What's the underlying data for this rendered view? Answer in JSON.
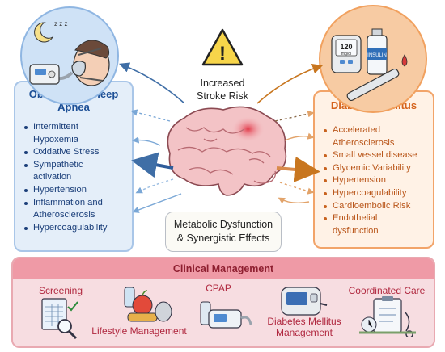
{
  "osa": {
    "title_line1": "Obstructive Sleep",
    "title_line2": "Apnea",
    "items": [
      "Intermittent",
      "Hypoxemia",
      "Oxidative Stress",
      "Sympathetic",
      "activation",
      "Hypertension",
      "Inflammation and",
      "Atherosclerosis",
      "Hypercoagulability"
    ],
    "sleep_symbol": "z z z",
    "cpap_label": ""
  },
  "dm": {
    "title": "Diabetes Mellitus",
    "items": [
      "Accelerated",
      "Atherosclerosis",
      "Small vessel disease",
      "Glycemic Variability",
      "Hypertension",
      "Hypercoagulability",
      "Cardioembolic Risk",
      "Endothelial",
      "dysfunction"
    ],
    "glucometer_value": "120",
    "glucometer_unit": "mg/dl",
    "insulin_label": "INSULIN"
  },
  "center": {
    "risk_line1": "Increased",
    "risk_line2": "Stroke Risk",
    "warning_symbol": "!",
    "box_line1": "Metabolic Dysfunction",
    "box_line2": "& Synergistic Effects"
  },
  "management": {
    "title": "Clinical Management",
    "screening": "Screening",
    "lifestyle": "Lifestyle Management",
    "cpap": "CPAP",
    "dm_line1": "Diabetes Mellitus",
    "dm_line2": "Management",
    "coordinated": "Coordinated Care"
  },
  "colors": {
    "osa_blue": "#1c4f96",
    "dm_orange": "#d5621a",
    "management_red": "#b0283f",
    "warning_yellow": "#f7d54a"
  }
}
